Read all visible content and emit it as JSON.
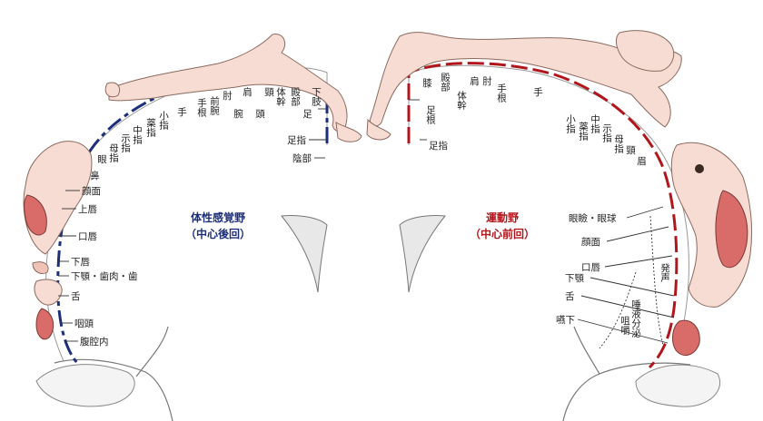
{
  "sensory": {
    "title": "体性感覚野",
    "subtitle": "（中心後回）",
    "color": "#1e2f7a",
    "labels": {
      "foot_toes": "足指",
      "genitals": "陰部",
      "foot": "足",
      "leg": "下肢",
      "hip": "殿部",
      "trunk": "体幹",
      "neck": "頸",
      "head": "頭",
      "shoulder": "肩",
      "arm": "腕",
      "elbow": "肘",
      "forearm": "前腕",
      "wrist": "手根",
      "hand": "手",
      "little": "小指",
      "ring": "薬指",
      "middle": "中指",
      "index": "示指",
      "thumb": "母指",
      "eye": "眼",
      "nose": "鼻",
      "face": "顔面",
      "upper_lip": "上唇",
      "lips": "口唇",
      "lower_lip": "下唇",
      "teeth": "下顎・歯肉・歯",
      "tongue": "舌",
      "pharynx": "咽頭",
      "viscera": "腹腔内"
    }
  },
  "motor": {
    "title": "運動野",
    "subtitle": "（中心前回）",
    "color": "#b0161c",
    "labels": {
      "toes": "足指",
      "ankle": "足根",
      "knee": "膝",
      "hip": "殿部",
      "trunk": "体幹",
      "shoulder": "肩",
      "elbow": "肘",
      "wrist": "手根",
      "hand": "手",
      "little": "小指",
      "ring": "薬指",
      "middle": "中指",
      "index": "示指",
      "thumb": "母指",
      "neck": "頸",
      "brow": "眉",
      "eyelid": "眼瞼・眼球",
      "face": "顔面",
      "lips": "口唇",
      "jaw": "下顎",
      "tongue": "舌",
      "swallow": "嚥下",
      "vocal": "発声",
      "saliva": "唾液分泌",
      "chew": "咀嚼"
    }
  }
}
